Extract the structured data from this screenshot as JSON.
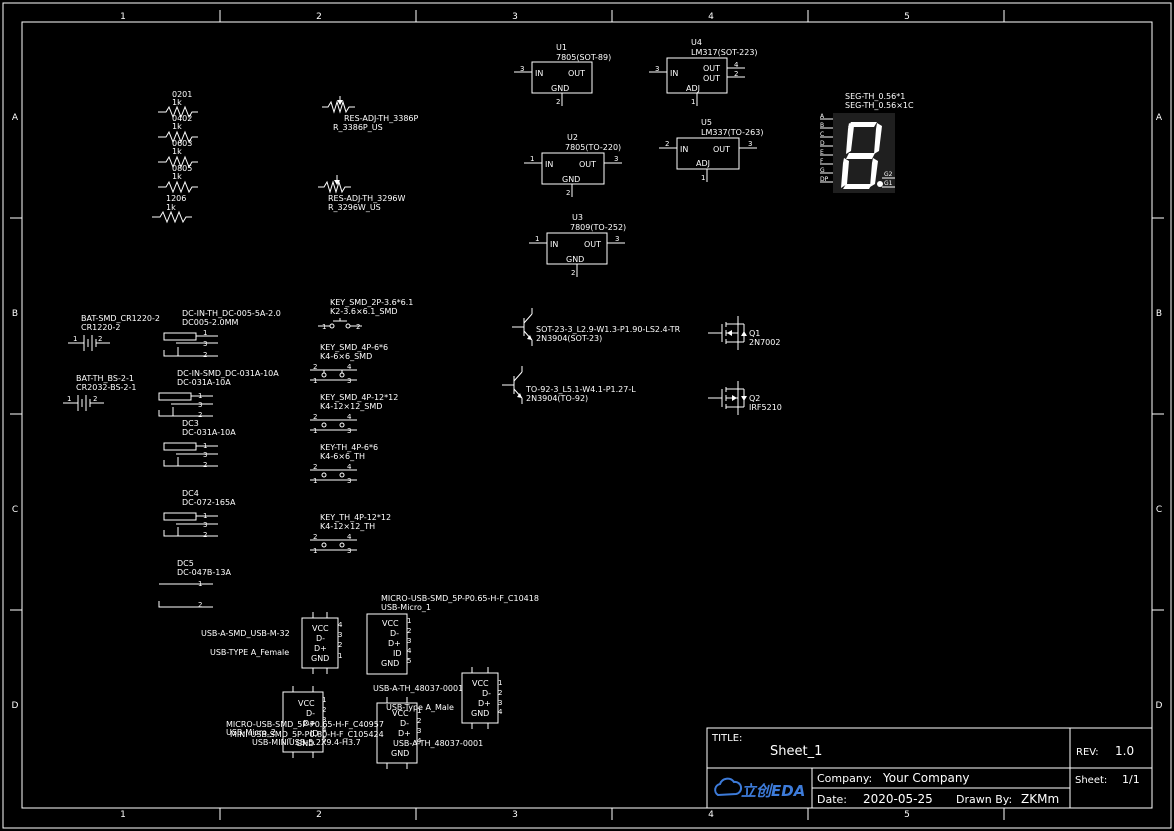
{
  "frame": {
    "col_labels": [
      "1",
      "2",
      "3",
      "4",
      "5"
    ],
    "row_labels": [
      "A",
      "B",
      "C",
      "D"
    ]
  },
  "resistors": [
    {
      "pkg": "0201",
      "val": "1k"
    },
    {
      "pkg": "0402",
      "val": "1k"
    },
    {
      "pkg": "0603",
      "val": "1k"
    },
    {
      "pkg": "0805",
      "val": "1k"
    },
    {
      "pkg": "1206",
      "val": "1k"
    }
  ],
  "pots": [
    {
      "name": "RES-ADJ-TH_3386P",
      "val": "R_3386P_US"
    },
    {
      "name": "RES-ADJ-TH_3296W",
      "val": "R_3296W_US"
    }
  ],
  "regulators": [
    {
      "ref": "U1",
      "val": "7805(SOT-89)",
      "pin_in": "3",
      "pin_out": "",
      "pin_gnd": "2",
      "in": "IN",
      "out": "OUT",
      "gnd": "GND"
    },
    {
      "ref": "U2",
      "val": "7805(TO-220)",
      "pin_in": "1",
      "pin_out": "3",
      "pin_gnd": "2",
      "in": "IN",
      "out": "OUT",
      "gnd": "GND"
    },
    {
      "ref": "U3",
      "val": "7809(TO-252)",
      "pin_in": "1",
      "pin_out": "3",
      "pin_gnd": "2",
      "in": "IN",
      "out": "OUT",
      "gnd": "GND"
    },
    {
      "ref": "U4",
      "val": "LM317(SOT-223)",
      "pin_in": "3",
      "pin_out": "4",
      "pin_out2": "2",
      "pin_adj": "1",
      "in": "IN",
      "out": "OUT",
      "adj": "ADJ"
    },
    {
      "ref": "U5",
      "val": "LM337(TO-263)",
      "pin_in": "2",
      "pin_out": "3",
      "pin_adj": "1",
      "in": "IN",
      "out": "OUT",
      "adj": "ADJ"
    }
  ],
  "seg": {
    "name1": "SEG-TH_0.56*1",
    "name2": "SEG-TH_0.56×1C",
    "pins": [
      "A",
      "B",
      "C",
      "D",
      "E",
      "F",
      "G",
      "DP"
    ],
    "right_pins": [
      "G2",
      "G1"
    ]
  },
  "batteries": [
    {
      "name": "BAT-SMD_CR1220-2",
      "val": "CR1220-2",
      "p1": "1",
      "p2": "2"
    },
    {
      "name": "BAT-TH_BS-2-1",
      "val": "CR2032-BS-2-1",
      "p1": "1",
      "p2": "2"
    }
  ],
  "dcjacks": [
    {
      "name": "DC-IN-TH_DC-005-5A-2.0",
      "val": "DC005-2.0MM",
      "pins": [
        "1",
        "3",
        "2"
      ]
    },
    {
      "name": "DC-IN-SMD_DC-031A-10A",
      "val": "DC-031A-10A",
      "pins": [
        "1",
        "3",
        "2"
      ]
    },
    {
      "name": "DC3",
      "val": "DC-031A-10A",
      "pins": [
        "1",
        "3",
        "2"
      ]
    },
    {
      "name": "DC4",
      "val": "DC-072-165A",
      "pins": [
        "1",
        "3",
        "2"
      ]
    },
    {
      "name": "DC5",
      "val": "DC-047B-13A",
      "pins": [
        "1",
        "2"
      ]
    }
  ],
  "keys": [
    {
      "name": "KEY_SMD_2P-3.6*6.1",
      "val": "K2-3.6×6.1_SMD",
      "pins": [
        "1",
        "2"
      ]
    },
    {
      "name": "KEY_SMD_4P-6*6",
      "val": "K4-6×6_SMD",
      "pins": [
        "2",
        "1",
        "4",
        "3"
      ]
    },
    {
      "name": "KEY_SMD_4P-12*12",
      "val": "K4-12×12_SMD",
      "pins": [
        "2",
        "1",
        "4",
        "3"
      ]
    },
    {
      "name": "KEY-TH_4P-6*6",
      "val": "K4-6×6_TH",
      "pins": [
        "2",
        "1",
        "4",
        "3"
      ]
    },
    {
      "name": "KEY_TH_4P-12*12",
      "val": "K4-12×12_TH",
      "pins": [
        "2",
        "1",
        "4",
        "3"
      ]
    }
  ],
  "transistors": [
    {
      "name": "SOT-23-3_L2.9-W1.3-P1.90-LS2.4-TR",
      "val": "2N3904(SOT-23)"
    },
    {
      "name": "TO-92-3_L5.1-W4.1-P1.27-L",
      "val": "2N3904(TO-92)"
    },
    {
      "name": "Q1",
      "val": "2N7002"
    },
    {
      "name": "Q2",
      "val": "IRF5210"
    }
  ],
  "usb": {
    "a_smd": {
      "name": "USB-A-SMD_USB-M-32",
      "val": "USB-TYPE A_Female",
      "pins": [
        "VCC",
        "D-",
        "D+",
        "GND"
      ],
      "nums": [
        "4",
        "3",
        "2",
        "1"
      ]
    },
    "micro1": {
      "name": "MICRO-USB-SMD_5P-P0.65-H-F_C10418",
      "val": "USB-Micro_1",
      "pins": [
        "VCC",
        "D-",
        "D+",
        "ID",
        "GND"
      ],
      "nums": [
        "1",
        "2",
        "3",
        "4",
        "5"
      ]
    },
    "a_th1": {
      "name": "USB-A-TH_48037-0001",
      "val": "USB-Type A_Male",
      "pins": [
        "VCC",
        "D-",
        "D+",
        "GND"
      ],
      "nums": [
        "1",
        "2",
        "3",
        "4"
      ]
    },
    "micro2": {
      "name": "MICRO-USB-SMD_5P-P0.65-H-F_C40957",
      "val": "USB-Micro_2",
      "pins": [
        "VCC",
        "D-",
        "D+",
        "ID",
        "GND"
      ],
      "nums": [
        "1",
        "2",
        "3",
        "4",
        "5"
      ]
    },
    "mini": {
      "name": "MINI-USB-SMD_5P-P0.80-H-F_C105424",
      "val": "USB-MINIUSB-5.2X9.4-H3.7",
      "pins": [
        "VCC",
        "D-",
        "D+",
        "ID",
        "GND"
      ]
    },
    "a_th2": {
      "name": "USB-A-TH_48037-0001",
      "val": "",
      "pins": [
        "VCC",
        "D-",
        "D+",
        "GND"
      ],
      "nums": [
        "1",
        "2",
        "3",
        "4"
      ]
    }
  },
  "titleblock": {
    "title_label": "TITLE:",
    "title": "Sheet_1",
    "rev_label": "REV:",
    "rev": "1.0",
    "company_label": "Company:",
    "company": "Your Company",
    "sheet_label": "Sheet:",
    "sheet": "1/1",
    "date_label": "Date:",
    "date": "2020-05-25",
    "drawn_label": "Drawn By:",
    "drawn": "ZKMm",
    "logo": "立创EDA",
    "logo_color": "#3d7bd9"
  }
}
